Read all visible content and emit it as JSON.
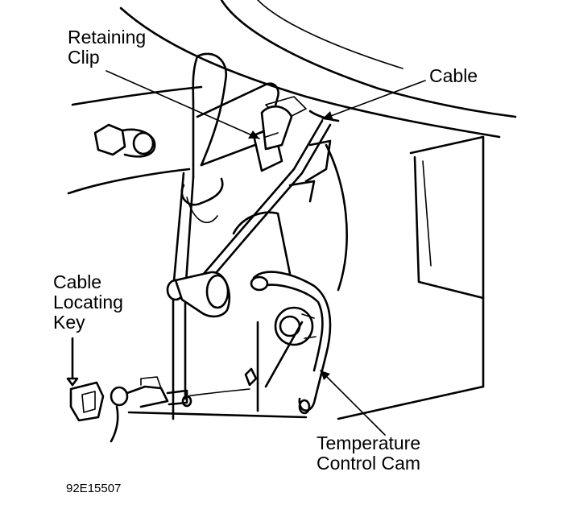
{
  "labels": {
    "retaining_clip": [
      "Retaining",
      "Clip"
    ],
    "cable": "Cable",
    "cable_locating_key": [
      "Cable",
      "Locating",
      "Key"
    ],
    "temperature_control_cam": [
      "Temperature",
      "Control Cam"
    ]
  },
  "figure_code": "92E15507"
}
